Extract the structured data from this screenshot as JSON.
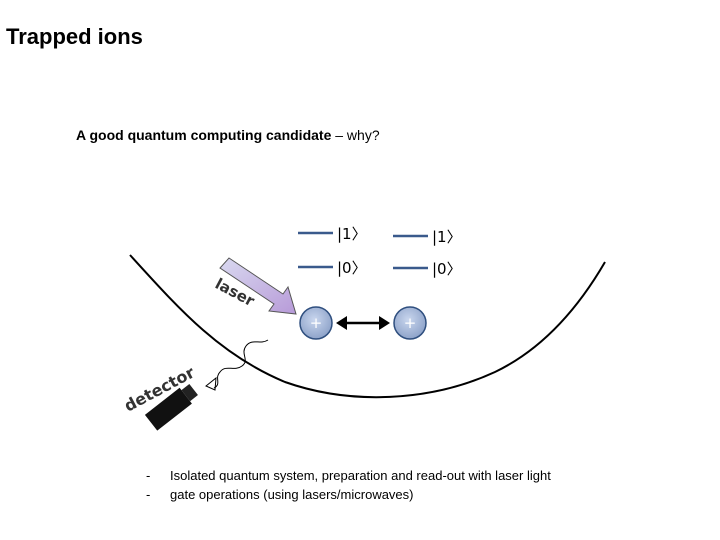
{
  "slide": {
    "title": "Trapped ions",
    "subtitle_bold": "A good quantum computing candidate",
    "subtitle_rest": " – why?"
  },
  "diagram": {
    "ion_left": {
      "state_1": "|1〉",
      "state_0": "|0〉",
      "charge": "+"
    },
    "ion_right": {
      "state_1": "|1〉",
      "state_0": "|0〉",
      "charge": "+"
    },
    "laser_label": "laser",
    "detector_label": "detector",
    "colors": {
      "level_line": "#3a5a8c",
      "ion_fill": "#9aaed0",
      "ion_stroke": "#2f4f7f",
      "laser_gradient_start": "#d9d9f0",
      "laser_gradient_end": "#b79ad8"
    }
  },
  "bullets": [
    "Isolated quantum system, preparation and read-out with laser light",
    "gate operations (using lasers/microwaves)"
  ]
}
